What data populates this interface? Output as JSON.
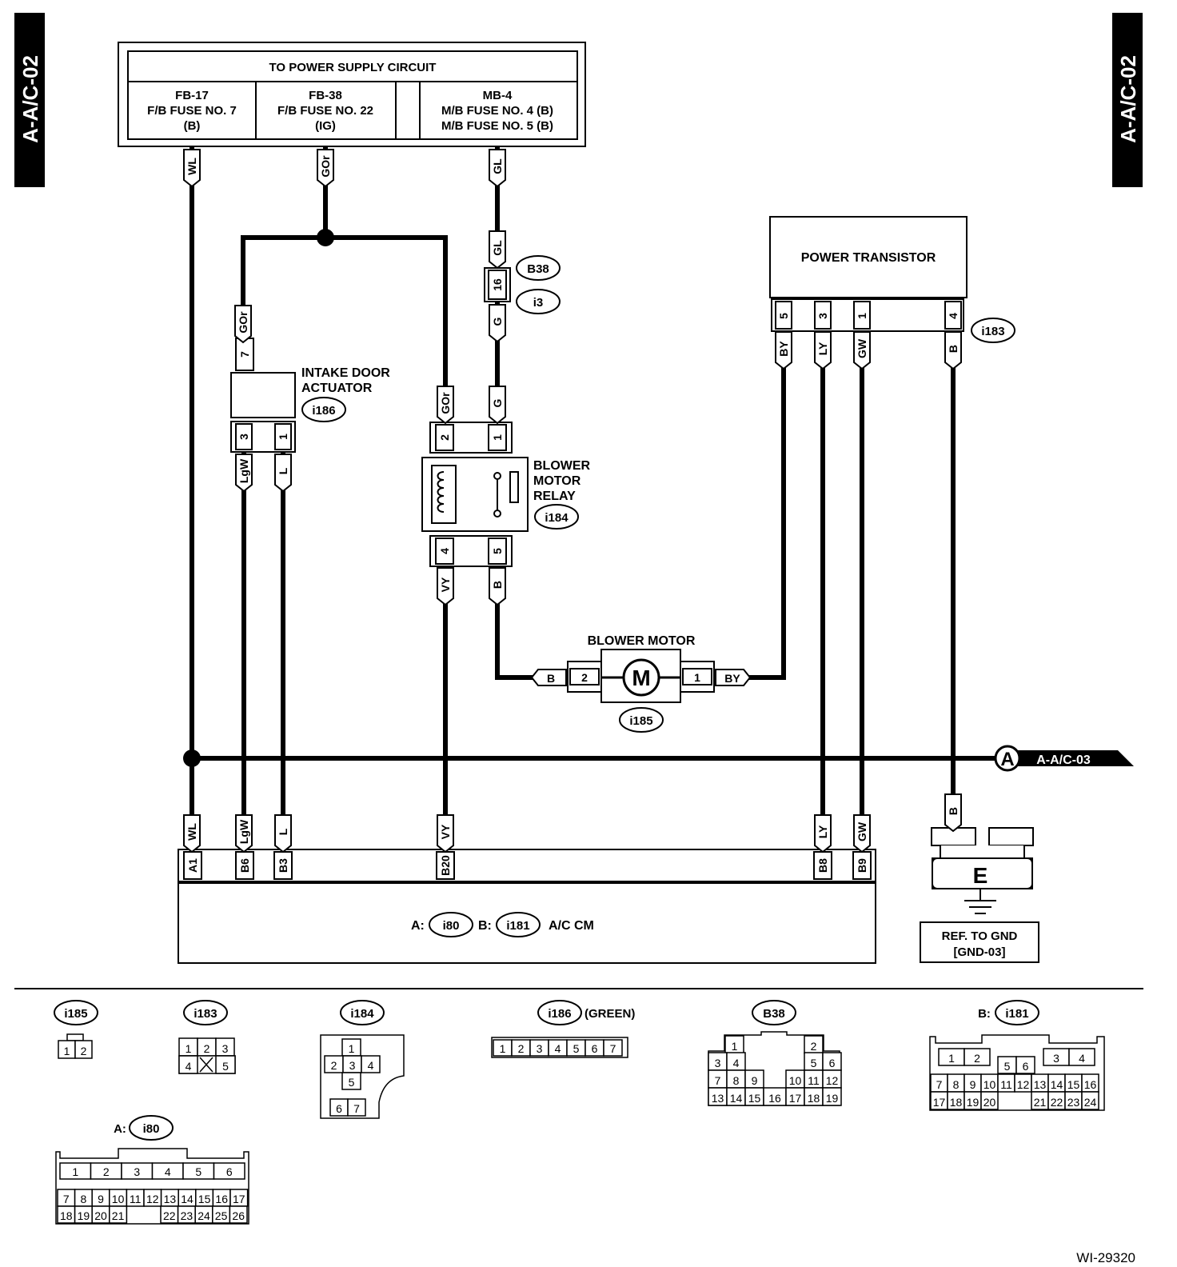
{
  "page": {
    "tab_left": "A-A/C-02",
    "tab_right": "A-A/C-02",
    "figure_id": "WI-29320"
  },
  "power_supply": {
    "title": "TO POWER SUPPLY CIRCUIT",
    "fuse1": [
      "FB-17",
      "F/B FUSE NO. 7",
      "(B)"
    ],
    "fuse2": [
      "FB-38",
      "F/B FUSE NO. 22",
      "(IG)"
    ],
    "fuse3": [
      "MB-4",
      "M/B FUSE NO. 4 (B)",
      "M/B FUSE NO. 5 (B)"
    ]
  },
  "wires": {
    "wl": "WL",
    "gor": "GOr",
    "gl": "GL",
    "g": "G",
    "lgw": "LgW",
    "l": "L",
    "vy": "VY",
    "b": "B",
    "by": "BY",
    "ly": "LY",
    "gw": "GW"
  },
  "pins": {
    "p1": "1",
    "p2": "2",
    "p3": "3",
    "p4": "4",
    "p5": "5",
    "p7": "7",
    "p16": "16",
    "a1": "A1",
    "b6": "B6",
    "b3": "B3",
    "b20": "B20",
    "b8": "B8",
    "b9": "B9"
  },
  "components": {
    "power_transistor": "POWER TRANSISTOR",
    "intake_door_actuator": [
      "INTAKE DOOR",
      "ACTUATOR"
    ],
    "blower_motor_relay": [
      "BLOWER",
      "MOTOR",
      "RELAY"
    ],
    "blower_motor": "BLOWER MOTOR",
    "motor_symbol": "M",
    "acm_prefix_a": "A:",
    "acm_prefix_b": "B:",
    "acm_name": "A/C CM",
    "ground_letter": "E",
    "ground_ref": [
      "REF. TO GND",
      "[GND-03]"
    ]
  },
  "connectors": {
    "b38": "B38",
    "i3": "i3",
    "i183": "i183",
    "i184": "i184",
    "i185": "i185",
    "i186": "i186",
    "i80": "i80",
    "i181": "i181"
  },
  "offpage": {
    "letter": "A",
    "ref": "A-A/C-03"
  },
  "connector_views": {
    "i185": {
      "id": "i185",
      "pins": [
        "1",
        "2"
      ]
    },
    "i183": {
      "id": "i183",
      "pins": [
        "1",
        "2",
        "3",
        "4",
        "5"
      ]
    },
    "i184": {
      "id": "i184",
      "pins": [
        "1",
        "2",
        "3",
        "4",
        "5",
        "6",
        "7"
      ]
    },
    "i186": {
      "id": "i186",
      "suffix": "(GREEN)",
      "pins": [
        "1",
        "2",
        "3",
        "4",
        "5",
        "6",
        "7"
      ]
    },
    "b38": {
      "id": "B38",
      "pins": [
        "1",
        "2",
        "3",
        "4",
        "5",
        "6",
        "7",
        "8",
        "9",
        "10",
        "11",
        "12",
        "13",
        "14",
        "15",
        "16",
        "17",
        "18",
        "19"
      ]
    },
    "i181": {
      "prefix": "B:",
      "id": "i181",
      "pins": [
        "1",
        "2",
        "3",
        "4",
        "5",
        "6",
        "7",
        "8",
        "9",
        "10",
        "11",
        "12",
        "13",
        "14",
        "15",
        "16",
        "17",
        "18",
        "19",
        "20",
        "21",
        "22",
        "23",
        "24"
      ]
    },
    "i80": {
      "prefix": "A:",
      "id": "i80",
      "pins": [
        "1",
        "2",
        "3",
        "4",
        "5",
        "6",
        "7",
        "8",
        "9",
        "10",
        "11",
        "12",
        "13",
        "14",
        "15",
        "16",
        "17",
        "18",
        "19",
        "20",
        "21",
        "22",
        "23",
        "24",
        "25",
        "26"
      ]
    }
  }
}
